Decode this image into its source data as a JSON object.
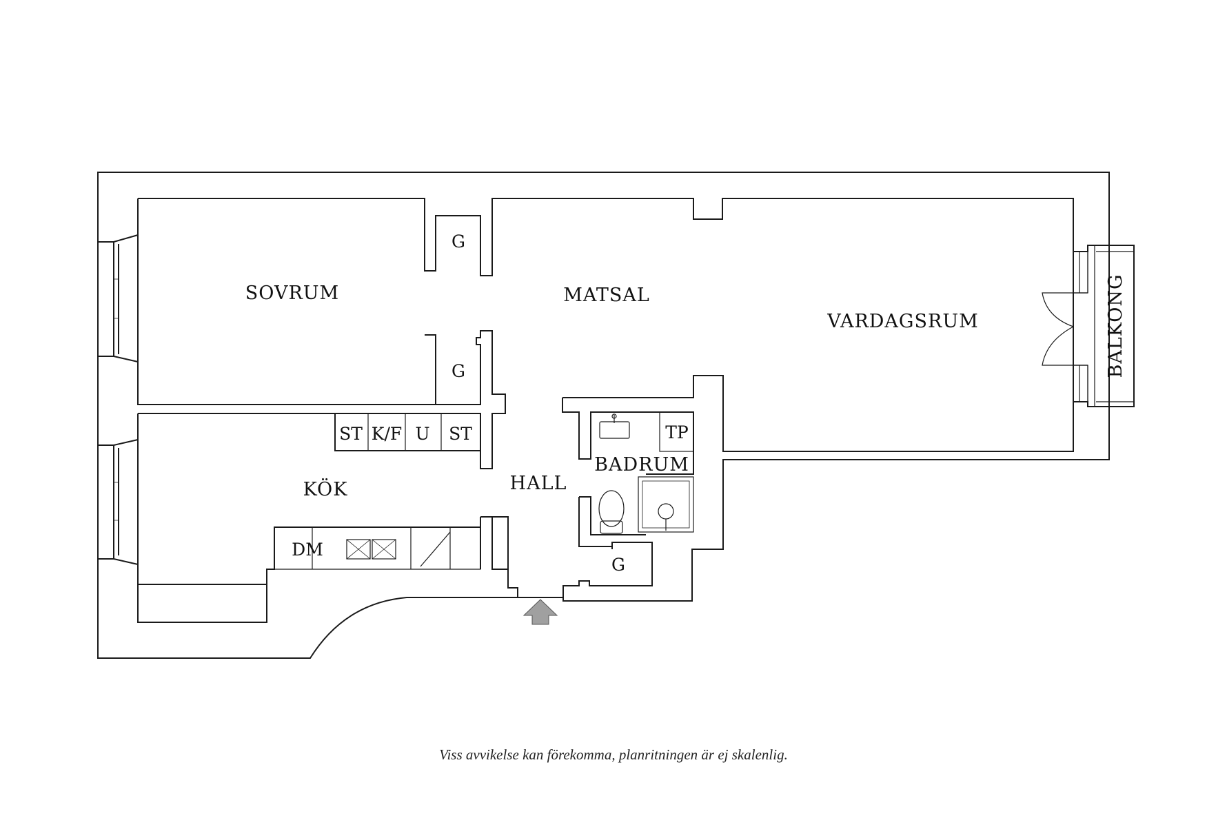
{
  "rooms": {
    "sovrum": "SOVRUM",
    "matsal": "MATSAL",
    "vardagsrum": "VARDAGSRUM",
    "balkong": "BALKONG",
    "kok": "KÖK",
    "hall": "HALL",
    "badrum": "BADRUM"
  },
  "fixtures": {
    "garderob_top": "G",
    "garderob_middle": "G",
    "garderob_bottom": "G",
    "st_left": "ST",
    "kf": "K/F",
    "u": "U",
    "st_right": "ST",
    "tp": "TP",
    "dm": "DM"
  },
  "footer": {
    "disclaimer": "Viss avvikelse kan förekomma, planritningen är ej skalenlig."
  },
  "colors": {
    "wall": "#1a1a1a",
    "entrance_arrow": "#a0a0a0"
  }
}
